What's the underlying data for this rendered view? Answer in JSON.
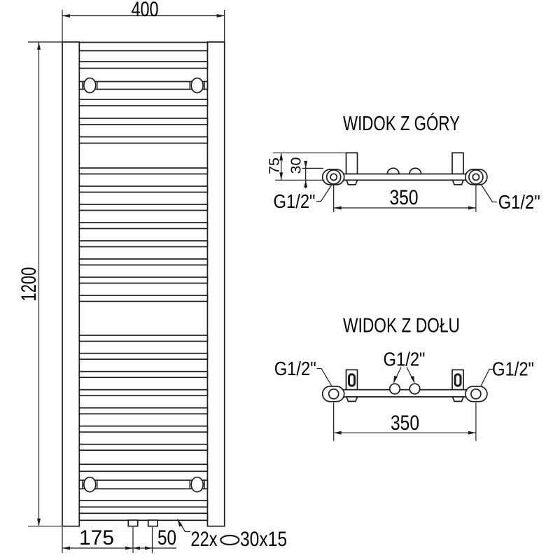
{
  "front_view": {
    "width_label": "400",
    "height_label": "1200",
    "offset_label": "175",
    "spacing_label": "50",
    "tube_count_label": "22x",
    "tube_size_label": "30x15"
  },
  "top_view": {
    "title": "WIDOK Z GÓRY",
    "depth_label": "75",
    "tube_depth_label": "30",
    "mount_spacing_label": "350",
    "thread_left_label": "G1/2\"",
    "thread_right_label": "G1/2\""
  },
  "bottom_view": {
    "title": "WIDOK Z DOŁU",
    "mount_spacing_label": "350",
    "thread_left_label": "G1/2\"",
    "thread_center_label": "G1/2\"",
    "thread_right_label": "G1/2\""
  },
  "colors": {
    "line": "#1c1c1c",
    "background": "#ffffff"
  }
}
